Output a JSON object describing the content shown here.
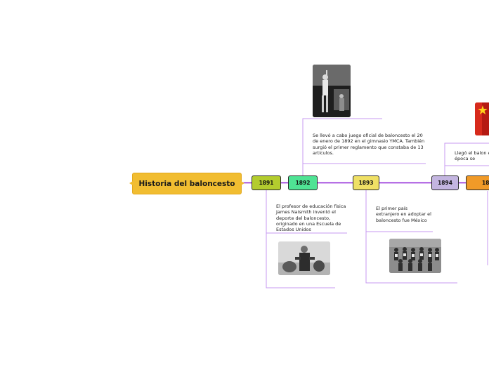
{
  "map": {
    "central_topic": "Historia del baloncesto",
    "years": [
      "1891",
      "1892",
      "1893",
      "1894",
      "18"
    ],
    "notes": {
      "y1891": "El profesor de educación física James Naismith inventó el deporte del baloncesto, originado en una Escuela de Estados Unidos",
      "y1892": "Se llevó a cabo juego oficial de baloncesto el 20 de enero de 1892 en el gimnasio YMCA. También surgió el primer reglamento que constaba de 13 artículos.",
      "y1893": "El primer país extranjero en adoptar el baloncesto fue México",
      "y1894": "Llegó el balon esta época se"
    },
    "images": {
      "y1891": "photo-naismith",
      "y1892": "photo-player",
      "y1893": "photo-team",
      "y1894": "flag-china"
    }
  },
  "colors": {
    "central": "#f1bd31",
    "y1891": "#b3cc2e",
    "y1892": "#4fe394",
    "y1893": "#efe065",
    "y1894": "#c3b5e0",
    "y1895": "#f09a28",
    "connector": "#8a1ad6",
    "branch": "#c79af0"
  }
}
